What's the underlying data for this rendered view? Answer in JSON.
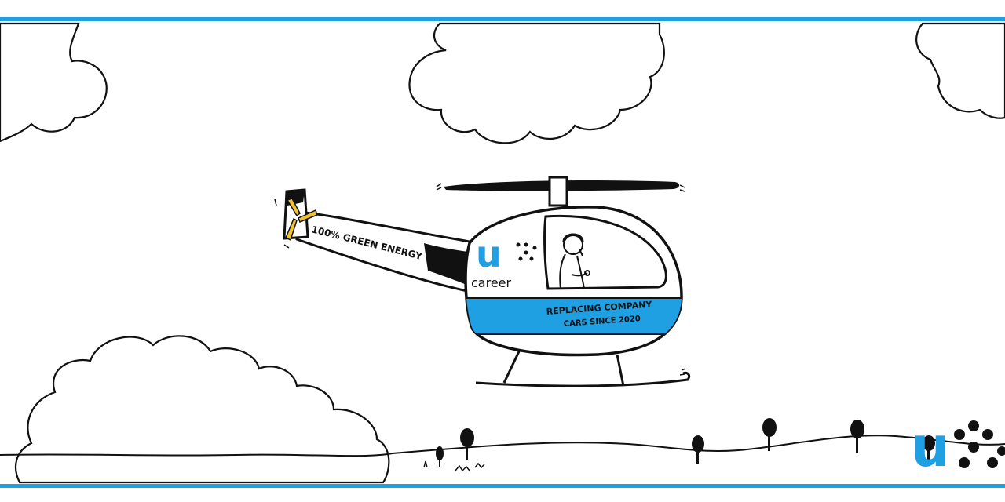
{
  "colors": {
    "accent": "#1ea0e2",
    "ink": "#111111",
    "rotor_yellow": "#f2c230",
    "background": "#ffffff"
  },
  "helicopter": {
    "tail_text": "100% GREEN ENERGY",
    "logo_mark": "u",
    "logo_sub": "career",
    "band_line1": "REPLACING COMPANY",
    "band_line2": "CARS SINCE 2020"
  },
  "corner_logo": {
    "mark": "u"
  },
  "icons": [
    "cloud-icon",
    "tree-icon",
    "pilot-icon",
    "tail-rotor-icon"
  ]
}
